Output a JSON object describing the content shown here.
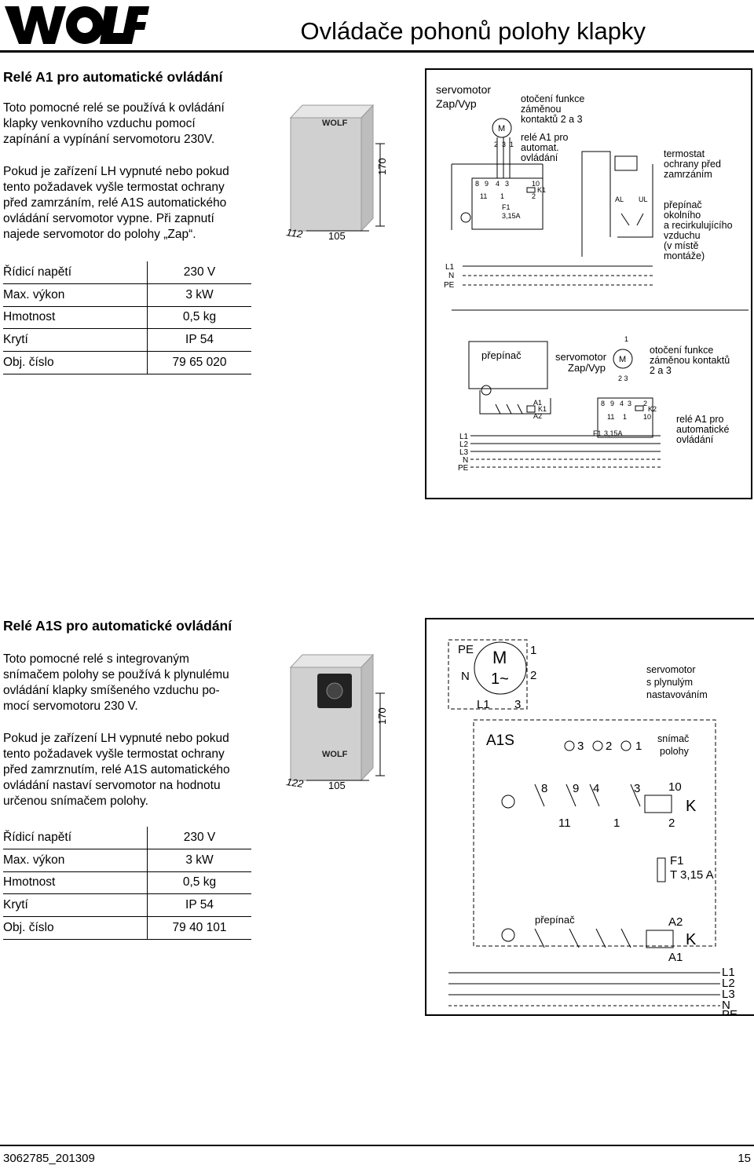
{
  "header": {
    "logo_text": "WOLF",
    "title": "Ovládače pohonů polohy klapky"
  },
  "section1": {
    "title": "Relé A1 pro automatické ovládání",
    "para1_lines": [
      "Toto pomocné relé se používá k ovládání",
      "klapky venkovního vzduchu pomocí",
      "zapínání a vypínání servomotoru 230V."
    ],
    "para2_lines": [
      "Pokud je zařízení LH vypnuté nebo pokud",
      "tento požadavek vyšle termostat ochrany",
      "před zamrzáním, relé A1S automatického",
      "ovládání servomotor vypne. Při zapnutí",
      "najede servomotor do polohy „Zap“."
    ],
    "specs": [
      {
        "label": "Řídicí napětí",
        "value": "230 V"
      },
      {
        "label": "Max. výkon",
        "value": "3 kW"
      },
      {
        "label": "Hmotnost",
        "value": "0,5 kg"
      },
      {
        "label": "Krytí",
        "value": "IP 54"
      },
      {
        "label": "Obj. číslo",
        "value": "79 65 020"
      }
    ],
    "photo": {
      "dim_height": "170",
      "dim_width": "105",
      "dim_depth": "112",
      "brand": "WOLF"
    },
    "diagram_a": {
      "servomotor": "servomotor",
      "servomotor2": "Zap/Vyp",
      "note1_1": "otočení funkce",
      "note1_2": "záměnou",
      "note1_3": "kontaktů 2 a 3",
      "note2_1": "relé A1 pro",
      "note2_2": "automat.",
      "note2_3": "ovládání",
      "note3_1": "termostat",
      "note3_2": "ochrany před",
      "note3_3": "zamrzáním",
      "note4_1": "přepínač",
      "note4_2": "okolního",
      "note4_3": "a recirkulujícího",
      "note4_4": "vzduchu",
      "note4_5": "(v místě",
      "note4_6": "montáže)",
      "M": "M",
      "t8": "8",
      "t9": "9",
      "t4": "4",
      "t3": "3",
      "t10": "10",
      "t11": "11",
      "t1": "1",
      "t2": "2",
      "K1": "K1",
      "F1": "F1",
      "fuse": "3,15A",
      "AL": "AL",
      "UL": "UL",
      "L1": "L1",
      "N": "N",
      "PE": "PE",
      "m2": "2",
      "m3": "3",
      "m1": "1"
    },
    "diagram_b": {
      "prepinac": "přepínač",
      "servomotor": "servomotor",
      "servomotor2": "Zap/Vyp",
      "M": "M",
      "note1_1": "otočení funkce",
      "note1_2": "záměnou kontaktů",
      "note1_3": "2 a 3",
      "note2_1": "relé A1 pro",
      "note2_2": "automatické",
      "note2_3": "ovládání",
      "A1": "A1",
      "K1": "K1",
      "A2": "A2",
      "K2": "K2",
      "F1": "F1",
      "fuse": "3,15A",
      "t8": "8",
      "t9": "9",
      "t4": "4",
      "t3": "3",
      "t2": "2",
      "t11": "11",
      "t1": "1",
      "t10": "10",
      "m1": "1",
      "m23": "2 3",
      "L1": "L1",
      "L2": "L2",
      "L3": "L3",
      "N": "N",
      "PE": "PE"
    }
  },
  "section2": {
    "title": "Relé A1S pro automatické ovládání",
    "para1_lines": [
      "Toto pomocné relé s integrovaným",
      "snímačem polohy se používá k plynulému",
      "ovládání klapky smíšeného vzduchu po-",
      "mocí servomotoru 230 V."
    ],
    "para2_lines": [
      "Pokud je zařízení LH vypnuté nebo pokud",
      "tento požadavek vyšle termostat ochrany",
      "před zamrznutím, relé A1S automatického",
      "ovládání nastaví servomotor na hodnotu",
      "určenou snímačem polohy."
    ],
    "specs": [
      {
        "label": "Řídicí napětí",
        "value": "230 V"
      },
      {
        "label": "Max. výkon",
        "value": "3 kW"
      },
      {
        "label": "Hmotnost",
        "value": "0,5 kg"
      },
      {
        "label": "Krytí",
        "value": "IP 54"
      },
      {
        "label": "Obj. číslo",
        "value": "79 40 101"
      }
    ],
    "photo": {
      "dim_height": "170",
      "dim_width": "105",
      "dim_depth": "122",
      "brand": "WOLF"
    },
    "diagram": {
      "PE": "PE",
      "N": "N",
      "M": "M",
      "M2": "1~",
      "L1": "L1",
      "m1": "1",
      "m2": "2",
      "m3": "3",
      "servo1": "servomotor",
      "servo2": "s plynulým",
      "servo3": "nastavováním",
      "A1S": "A1S",
      "s3": "3",
      "s2": "2",
      "s1": "1",
      "sn1": "snímač",
      "sn2": "polohy",
      "t8": "8",
      "t9": "9",
      "t4": "4",
      "t3": "3",
      "t10": "10",
      "K": "K",
      "t11": "11",
      "t1": "1",
      "t2": "2",
      "F1": "F1",
      "fuse": "T 3,15 A",
      "prepinac": "přepínač",
      "A2": "A2",
      "K2": "K",
      "A1": "A1",
      "bL1": "L1",
      "bL2": "L2",
      "bL3": "L3",
      "bN": "N",
      "bPE": "PE"
    }
  },
  "footer": {
    "doc_number": "3062785_201309",
    "page": "15"
  }
}
